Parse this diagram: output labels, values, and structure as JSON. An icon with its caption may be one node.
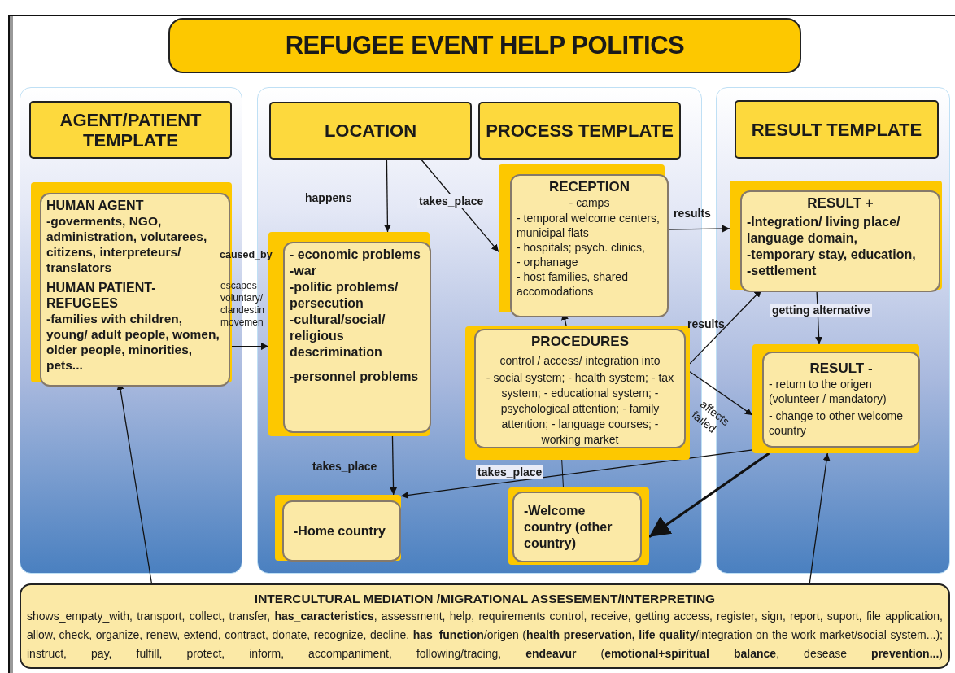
{
  "diagram": {
    "title": "REFUGEE EVENT HELP POLITICS",
    "nodes": [
      {
        "text": [
          "AGENT/PATIENT TEMPLATE"
        ]
      },
      {
        "text": [
          "LOCATION"
        ]
      },
      {
        "text": [
          "PROCESS TEMPLATE"
        ]
      },
      {
        "text": [
          "RESULT TEMPLATE"
        ]
      },
      {
        "text": [
          "HUMAN AGENT",
          "-goverments, NGO, administration, volutarees, citizens, interpreteurs/ translators",
          "HUMAN PATIENT- REFUGEES",
          "-families with children, young/ adult people, women, older people, minorities, pets..."
        ]
      },
      {
        "text": [
          "- economic problems",
          "-war",
          "-politic problems/ persecution",
          "-cultural/social/ religious descrimination",
          "-personnel problems"
        ]
      },
      {
        "text": [
          "RECEPTION",
          "- camps",
          "- temporal welcome centers, municipal flats",
          "- hospitals; psych. clinics,",
          "- orphanage",
          "- host families, shared accomodations"
        ]
      },
      {
        "text": [
          "PROCEDURES",
          "control / access/ integration into",
          "- social system; - health system; - tax system; - educational system; - psychological attention; - family attention; - language courses; - working market"
        ]
      },
      {
        "text": [
          "RESULT +",
          "-Integration/ living place/ language domain,",
          "-temporary stay, education,",
          "-settlement"
        ]
      },
      {
        "text": [
          "RESULT -",
          "- return to the origen (volunteer / mandatory)",
          "- change to other welcome country"
        ]
      },
      {
        "text": [
          "-Home country"
        ]
      },
      {
        "text": [
          "-Welcome country (other country)"
        ]
      },
      {
        "text": [
          "INTERCULTURAL MEDIATION /MIGRATIONAL ASSESEMENT/INTERPRETING",
          "shows_empaty_with, transport, collect, transfer, **has_caracteristics**, assessment, help, requirements control, receive, getting access, register, sign, report, suport, file application, allow, check, organize, renew, extend, contract, donate, recognize, decline, **has_function**/origen (**health preservation, life quality**/integration on the work market/social system...); instruct, pay, fulfill, protect, inform, accompaniment, following/tracing, **endeavur** (**emotional+spiritual balance**, desease **prevention...**)"
        ]
      }
    ],
    "edges": [
      {
        "from": 1,
        "to": 5,
        "arrow": "to",
        "label": "happens"
      },
      {
        "from": 1,
        "to": 6,
        "arrow": "to",
        "label": "takes_place"
      },
      {
        "from": 4,
        "to": 5,
        "arrow": "to",
        "label": "escapes voluntary/ clandestin movemen"
      },
      {
        "from": 6,
        "to": 8,
        "arrow": "to",
        "label": "results"
      },
      {
        "from": 7,
        "to": 8,
        "arrow": "to",
        "label": "results"
      },
      {
        "from": 8,
        "to": 9,
        "arrow": "to",
        "label": "getting alternative"
      },
      {
        "from": 7,
        "to": 9,
        "arrow": "to",
        "label": "affects failed"
      },
      {
        "from": 5,
        "to": 10,
        "arrow": "to",
        "label": "takes_place"
      },
      {
        "from": 9,
        "to": 10,
        "arrow": "to",
        "label": "takes_place"
      },
      {
        "from": 9,
        "to": 11,
        "arrow": "to",
        "style": "thick"
      },
      {
        "from": 7,
        "to": 6,
        "arrow": "to"
      },
      {
        "from": 11,
        "to": 7,
        "arrow": "none"
      },
      {
        "from": 12,
        "to": 4,
        "arrow": "to"
      },
      {
        "from": 12,
        "to": 9,
        "arrow": "to"
      }
    ],
    "labels": [
      "caused_by"
    ]
  }
}
